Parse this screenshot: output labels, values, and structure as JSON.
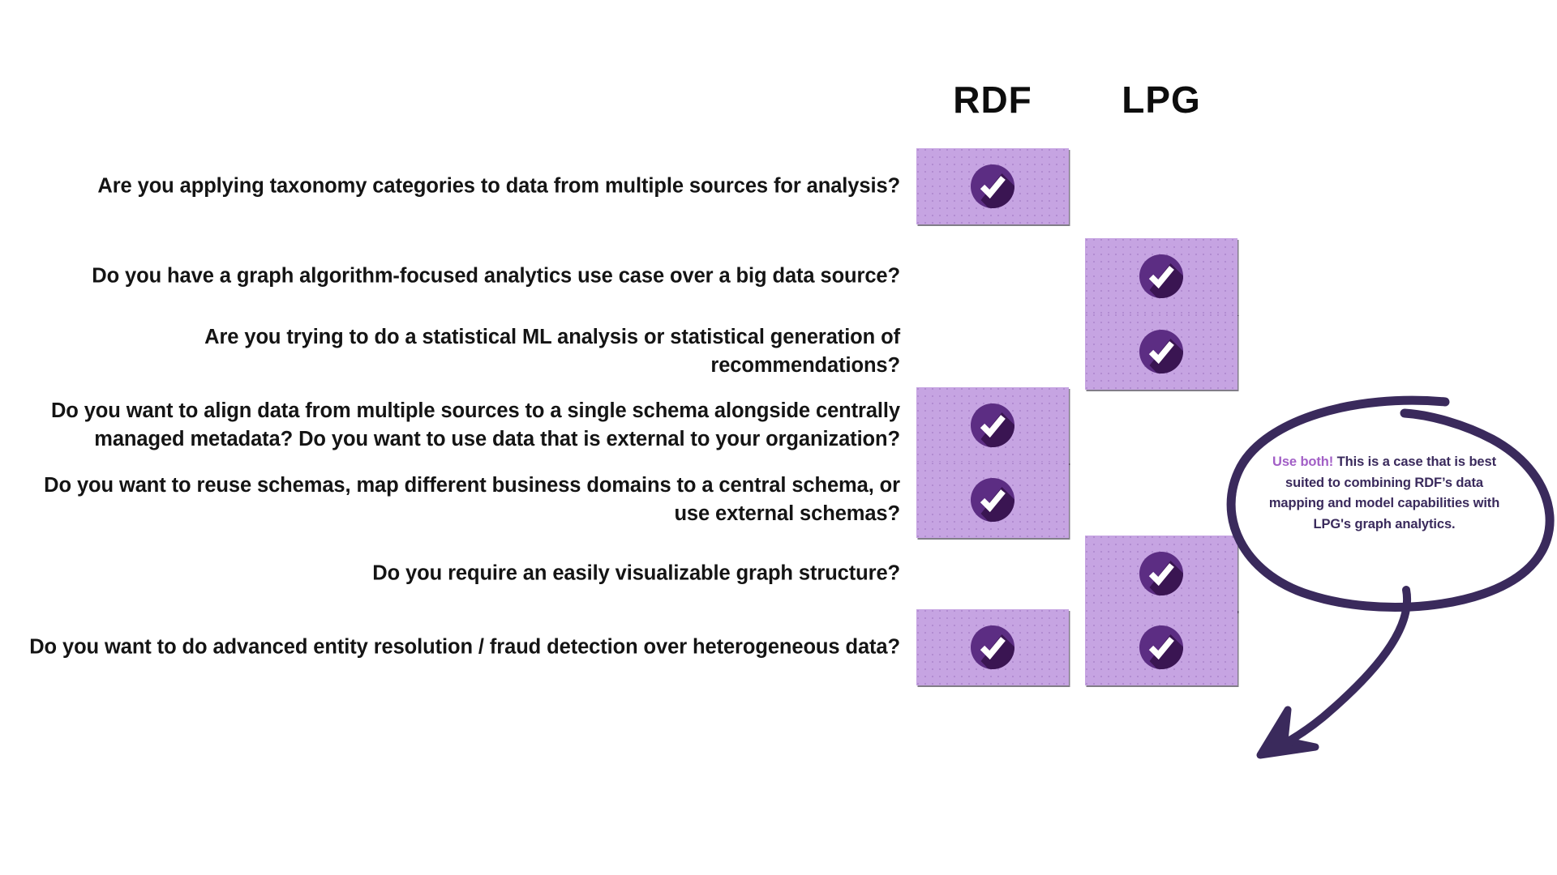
{
  "columns": [
    {
      "id": "rdf",
      "label": "RDF"
    },
    {
      "id": "lpg",
      "label": "LPG"
    }
  ],
  "rows": [
    {
      "question": "Are you applying taxonomy categories to data from multiple sources for analysis?",
      "rdf": true,
      "lpg": false
    },
    {
      "question": "Do you have a graph algorithm-focused analytics use case over a big data source?",
      "rdf": false,
      "lpg": true
    },
    {
      "question": "Are you trying to do a statistical ML analysis or statistical generation of recommendations?",
      "rdf": false,
      "lpg": true
    },
    {
      "question": "Do you want to align data from multiple sources to a single schema alongside centrally managed metadata? Do you want to use data that is external to your organization?",
      "rdf": true,
      "lpg": false
    },
    {
      "question": "Do you want to reuse schemas, map different business domains to a central schema, or use external schemas?",
      "rdf": true,
      "lpg": false
    },
    {
      "question": "Do you require an easily visualizable graph structure?",
      "rdf": false,
      "lpg": true
    },
    {
      "question": "Do you want to do advanced entity resolution / fraud detection over heterogeneous data?",
      "rdf": true,
      "lpg": true
    }
  ],
  "callout": {
    "lead": "Use both!",
    "body": " This is a case that is best suited to combining RDF’s data mapping and model capabilities with LPG's graph analytics."
  },
  "icons": {
    "check": "check-circle-icon"
  },
  "colors": {
    "cell_fill": "#c6a4e2",
    "check_circle": "#5c2d83",
    "check_shadow": "#3a1552",
    "check_mark": "#ffffff",
    "callout_stroke": "#3a2a5c",
    "callout_lead_text": "#a25fc6",
    "callout_body_text": "#3a2a5c",
    "header_text": "#0d0d0d",
    "question_text": "#141414",
    "background": "#ffffff"
  }
}
